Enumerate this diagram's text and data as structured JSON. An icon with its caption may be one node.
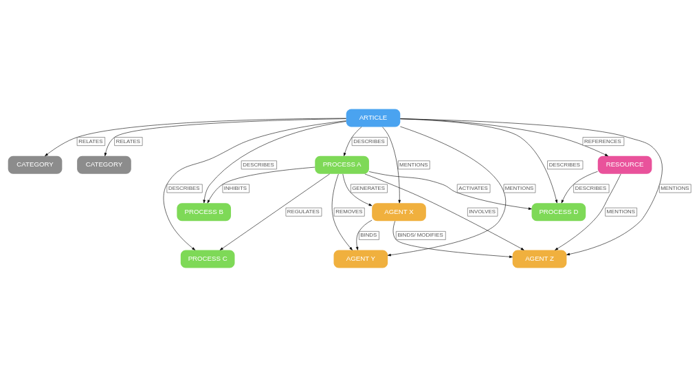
{
  "diagram": {
    "nodes": [
      {
        "text": [
          "CATEGORY"
        ]
      },
      {
        "text": [
          "CATEGORY"
        ]
      },
      {
        "text": [
          "RESOURCE"
        ]
      },
      {
        "text": [
          "ARTICLE"
        ]
      },
      {
        "text": [
          "PROCESS B"
        ]
      },
      {
        "text": [
          "PROCESS A"
        ]
      },
      {
        "text": [
          "AGENT X"
        ]
      },
      {
        "text": [
          "PROCESS C"
        ]
      },
      {
        "text": [
          "AGENT Y"
        ]
      },
      {
        "text": [
          "AGENT Z"
        ]
      },
      {
        "text": [
          "PROCESS D"
        ]
      }
    ],
    "edges": [
      {
        "from": 3,
        "to": 0,
        "arrow": "to",
        "label": "RELATES"
      },
      {
        "from": 3,
        "to": 1,
        "arrow": "to",
        "label": "RELATES"
      },
      {
        "from": 3,
        "to": 2,
        "arrow": "to",
        "label": "REFERENCES"
      },
      {
        "from": 3,
        "to": 10,
        "arrow": "to",
        "label": "DESCRIBES"
      },
      {
        "from": 3,
        "to": 4,
        "arrow": "to",
        "label": "DESCRIBES"
      },
      {
        "from": 3,
        "to": 7,
        "arrow": "to",
        "label": "DESCRIBES"
      },
      {
        "from": 3,
        "to": 5,
        "arrow": "to",
        "label": "DESCRIBES"
      },
      {
        "from": 3,
        "to": 6,
        "arrow": "to",
        "label": "MENTIONS"
      },
      {
        "from": 3,
        "to": 8,
        "arrow": "to",
        "label": "MENTIONS"
      },
      {
        "from": 3,
        "to": 9,
        "arrow": "to",
        "label": "MENTIONS"
      },
      {
        "from": 2,
        "to": 9,
        "arrow": "to",
        "label": "MENTIONS"
      },
      {
        "from": 2,
        "to": 10,
        "arrow": "to",
        "label": "DESCRIBES"
      },
      {
        "from": 5,
        "to": 4,
        "arrow": "to",
        "label": "INHIBITS"
      },
      {
        "from": 5,
        "to": 6,
        "arrow": "to",
        "label": "GENERATES"
      },
      {
        "from": 5,
        "to": 7,
        "arrow": "to",
        "label": "REGULATES"
      },
      {
        "from": 5,
        "to": 8,
        "arrow": "to",
        "label": "REMOVES"
      },
      {
        "from": 5,
        "to": 10,
        "arrow": "to",
        "label": "ACTIVATES"
      },
      {
        "from": 5,
        "to": 9,
        "arrow": "to",
        "label": "INVOLVES"
      },
      {
        "from": 6,
        "to": 8,
        "arrow": "to",
        "label": "BINDS"
      },
      {
        "from": 6,
        "to": 9,
        "arrow": "to",
        "label": "BINDS/ MODIFIES"
      }
    ]
  }
}
